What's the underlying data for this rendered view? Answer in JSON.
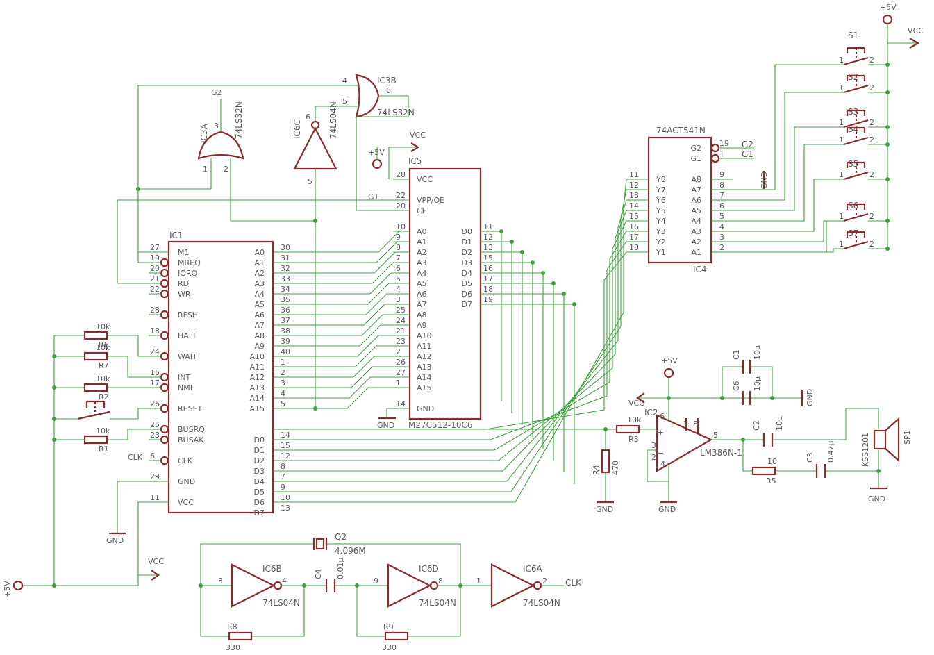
{
  "colors": {
    "wire": "#3fa03f",
    "part": "#8a2a2a",
    "text": "#5a5a5a",
    "background": "#ffffff"
  },
  "ic1": {
    "ref": "IC1",
    "left_pins": [
      {
        "num": "27",
        "name": "M1"
      },
      {
        "num": "19",
        "name": "MREQ"
      },
      {
        "num": "20",
        "name": "IORQ"
      },
      {
        "num": "21",
        "name": "RD"
      },
      {
        "num": "22",
        "name": "WR"
      },
      {
        "num": "28",
        "name": "RFSH"
      },
      {
        "num": "18",
        "name": "HALT"
      },
      {
        "num": "24",
        "name": "WAIT"
      },
      {
        "num": "16",
        "name": "INT"
      },
      {
        "num": "17",
        "name": "NMI"
      },
      {
        "num": "26",
        "name": "RESET"
      },
      {
        "num": "25",
        "name": "BUSRQ"
      },
      {
        "num": "23",
        "name": "BUSAK"
      },
      {
        "num": "6",
        "name": "CLK"
      },
      {
        "num": "29",
        "name": "GND"
      },
      {
        "num": "11",
        "name": "VCC"
      }
    ],
    "right_pins": [
      {
        "num": "30",
        "name": "A0"
      },
      {
        "num": "31",
        "name": "A1"
      },
      {
        "num": "32",
        "name": "A2"
      },
      {
        "num": "33",
        "name": "A3"
      },
      {
        "num": "34",
        "name": "A4"
      },
      {
        "num": "35",
        "name": "A5"
      },
      {
        "num": "36",
        "name": "A6"
      },
      {
        "num": "37",
        "name": "A7"
      },
      {
        "num": "38",
        "name": "A8"
      },
      {
        "num": "39",
        "name": "A9"
      },
      {
        "num": "40",
        "name": "A10"
      },
      {
        "num": "1",
        "name": "A11"
      },
      {
        "num": "2",
        "name": "A12"
      },
      {
        "num": "3",
        "name": "A13"
      },
      {
        "num": "4",
        "name": "A14"
      },
      {
        "num": "5",
        "name": "A15"
      },
      {
        "num": "14",
        "name": "D0"
      },
      {
        "num": "15",
        "name": "D1"
      },
      {
        "num": "12",
        "name": "D2"
      },
      {
        "num": "8",
        "name": "D3"
      },
      {
        "num": "7",
        "name": "D4"
      },
      {
        "num": "9",
        "name": "D5"
      },
      {
        "num": "10",
        "name": "D6"
      },
      {
        "num": "13",
        "name": "D7"
      }
    ]
  },
  "ic5": {
    "ref": "IC5",
    "part": "M27C512-10C6",
    "left_pins": [
      {
        "num": "28",
        "name": "VCC"
      },
      {
        "num": "22",
        "name": "VPP/OE"
      },
      {
        "num": "20",
        "name": "CE"
      },
      {
        "num": "10",
        "name": "A0"
      },
      {
        "num": "9",
        "name": "A1"
      },
      {
        "num": "8",
        "name": "A2"
      },
      {
        "num": "7",
        "name": "A3"
      },
      {
        "num": "6",
        "name": "A4"
      },
      {
        "num": "5",
        "name": "A5"
      },
      {
        "num": "4",
        "name": "A6"
      },
      {
        "num": "3",
        "name": "A7"
      },
      {
        "num": "25",
        "name": "A8"
      },
      {
        "num": "24",
        "name": "A9"
      },
      {
        "num": "21",
        "name": "A10"
      },
      {
        "num": "23",
        "name": "A11"
      },
      {
        "num": "2",
        "name": "A12"
      },
      {
        "num": "26",
        "name": "A13"
      },
      {
        "num": "27",
        "name": "A14"
      },
      {
        "num": "1",
        "name": "A15"
      },
      {
        "num": "14",
        "name": "GND"
      }
    ],
    "right_pins": [
      {
        "num": "11",
        "name": "D0"
      },
      {
        "num": "12",
        "name": "D1"
      },
      {
        "num": "13",
        "name": "D2"
      },
      {
        "num": "15",
        "name": "D3"
      },
      {
        "num": "16",
        "name": "D4"
      },
      {
        "num": "17",
        "name": "D5"
      },
      {
        "num": "18",
        "name": "D6"
      },
      {
        "num": "19",
        "name": "D7"
      }
    ]
  },
  "ic4": {
    "ref": "IC4",
    "part": "74ACT541N",
    "left_pins": [
      {
        "num": "11",
        "name": "Y8"
      },
      {
        "num": "12",
        "name": "Y7"
      },
      {
        "num": "13",
        "name": "Y6"
      },
      {
        "num": "14",
        "name": "Y5"
      },
      {
        "num": "15",
        "name": "Y4"
      },
      {
        "num": "16",
        "name": "Y3"
      },
      {
        "num": "17",
        "name": "Y2"
      },
      {
        "num": "18",
        "name": "Y1"
      }
    ],
    "right_pins": [
      {
        "num": "19",
        "name": "G2"
      },
      {
        "num": "1",
        "name": "G1"
      },
      {
        "num": "9",
        "name": "A8"
      },
      {
        "num": "8",
        "name": "A7"
      },
      {
        "num": "7",
        "name": "A6"
      },
      {
        "num": "6",
        "name": "A5"
      },
      {
        "num": "5",
        "name": "A4"
      },
      {
        "num": "4",
        "name": "A3"
      },
      {
        "num": "3",
        "name": "A2"
      },
      {
        "num": "2",
        "name": "A1"
      }
    ]
  },
  "switches": [
    "S1",
    "S2",
    "S3",
    "S4",
    "S5",
    "S6",
    "S7"
  ],
  "net_labels": {
    "vcc": "VCC",
    "plus5": "+5V",
    "gnd": "GND",
    "g1": "G1",
    "g2": "G2",
    "clk": "CLK"
  },
  "gates": {
    "ic3a": {
      "ref": "IC3A",
      "part": "74LS32N",
      "pin_a": "1",
      "pin_b": "2",
      "pin_out": "3"
    },
    "ic3b": {
      "ref": "IC3B",
      "part": "74LS32N",
      "pin_a": "4",
      "pin_b": "5",
      "pin_out": "6"
    },
    "ic6c": {
      "ref": "IC6C",
      "part": "74LS04N",
      "pin_in": "5",
      "pin_out": "6"
    },
    "ic6b": {
      "ref": "IC6B",
      "part": "74LS04N",
      "pin_in": "3",
      "pin_out": "4"
    },
    "ic6d": {
      "ref": "IC6D",
      "part": "74LS04N",
      "pin_in": "9",
      "pin_out": "8"
    },
    "ic6a": {
      "ref": "IC6A",
      "part": "74LS04N",
      "pin_in": "1",
      "pin_out": "2"
    }
  },
  "resistors": {
    "r6": {
      "ref": "R6",
      "value": "10k"
    },
    "r7": {
      "ref": "R7",
      "value": "10k"
    },
    "r8": {
      "ref": "R8",
      "value": "330"
    },
    "r9": {
      "ref": "R9",
      "value": "330"
    },
    "r1": {
      "ref": "R1",
      "value": "10k"
    },
    "r2": {
      "ref": "R2",
      "value": "10k"
    },
    "r3": {
      "ref": "R3",
      "value": "10k"
    },
    "r4": {
      "ref": "R4",
      "value": "470"
    },
    "r5": {
      "ref": "R5",
      "value": "10"
    }
  },
  "caps": {
    "c1": {
      "ref": "C1",
      "value": "10μ"
    },
    "c6": {
      "ref": "C6",
      "value": "10μ"
    },
    "c2": {
      "ref": "C2",
      "value": "10μ"
    },
    "c3": {
      "ref": "C3",
      "value": "0.47μ"
    },
    "c4": {
      "ref": "C4",
      "value": "0.01μ"
    }
  },
  "crystal": {
    "ref": "Q2",
    "value": "4.096M"
  },
  "amp": {
    "ref": "IC2",
    "part": "LM386N-1",
    "pin_plus": "3",
    "pin_minus": "2",
    "pin_out": "5",
    "pin_v": "6",
    "pin_gnd": "4",
    "pin_1": "1",
    "pin_8": "8"
  },
  "speaker": {
    "ref": "SP1",
    "part": "KSS1201"
  }
}
